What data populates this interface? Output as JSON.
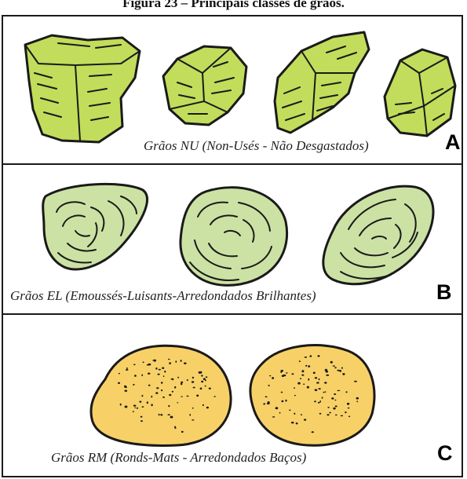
{
  "figure": {
    "title": "Figura 23 – Principais classes de grãos.",
    "colors": {
      "green_fill": "#c2dd5b",
      "pale_green_fill": "#cce2a4",
      "yellow_fill": "#f7d168",
      "ink": "#1a1a1a"
    },
    "panels": [
      {
        "letter": "A",
        "caption": "Grãos NU (Non-Usés - Não Desgastados)",
        "grain_count": 4
      },
      {
        "letter": "B",
        "caption": "Grãos EL (Emoussés-Luisants-Arredondados Brilhantes)",
        "grain_count": 3
      },
      {
        "letter": "C",
        "caption": "Grãos RM (Ronds-Mats - Arredondados Baços)",
        "grain_count": 2
      }
    ]
  }
}
